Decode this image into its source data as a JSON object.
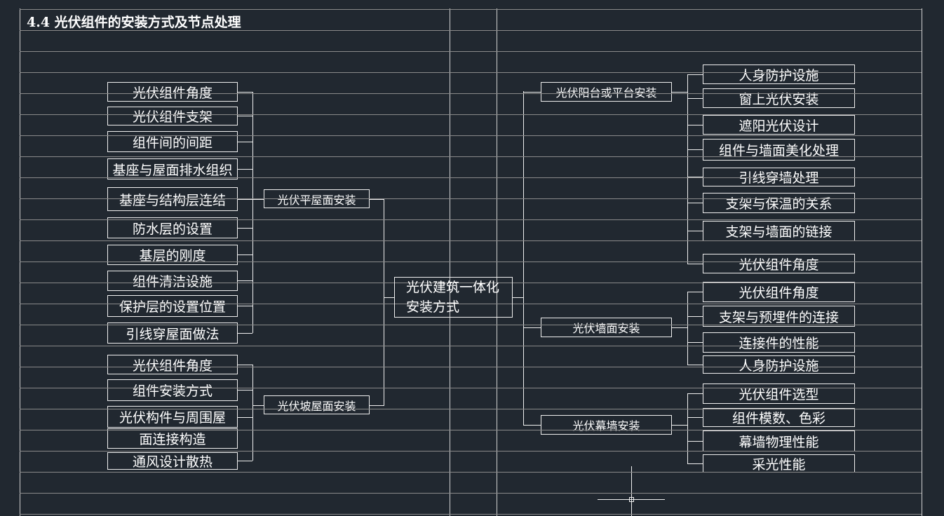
{
  "title": "4.4 光伏组件的安装方式及节点处理",
  "center": {
    "line1": "光伏建筑一体化",
    "line2": "安装方式"
  },
  "left_groups": [
    {
      "label": "光伏平屋面安装",
      "items": [
        "光伏组件角度",
        "光伏组件支架",
        "组件间的间距",
        "基座与屋面排水组织",
        "基座与结构层连结",
        "防水层的设置",
        "基层的刚度",
        "组件清洁设施",
        "保护层的设置位置",
        "引线穿屋面做法"
      ]
    },
    {
      "label": "光伏坡屋面安装",
      "items": [
        "光伏组件角度",
        "组件安装方式",
        "光伏构件与周围屋",
        "面连接构造",
        "通风设计散热"
      ]
    }
  ],
  "right_groups": [
    {
      "label": "光伏阳台或平台安装",
      "items": [
        "人身防护设施",
        "窗上光伏安装",
        "遮阳光伏设计",
        "组件与墙面美化处理",
        "引线穿墙处理",
        "支架与保温的关系",
        "支架与墙面的链接",
        "光伏组件角度"
      ]
    },
    {
      "label": "光伏墙面安装",
      "items": [
        "光伏组件角度",
        "支架与预埋件的连接",
        "连接件的性能",
        "人身防护设施"
      ]
    },
    {
      "label": "光伏幕墙安装",
      "items": [
        "光伏组件选型",
        "组件模数、色彩",
        "幕墙物理性能",
        "采光性能"
      ]
    }
  ]
}
